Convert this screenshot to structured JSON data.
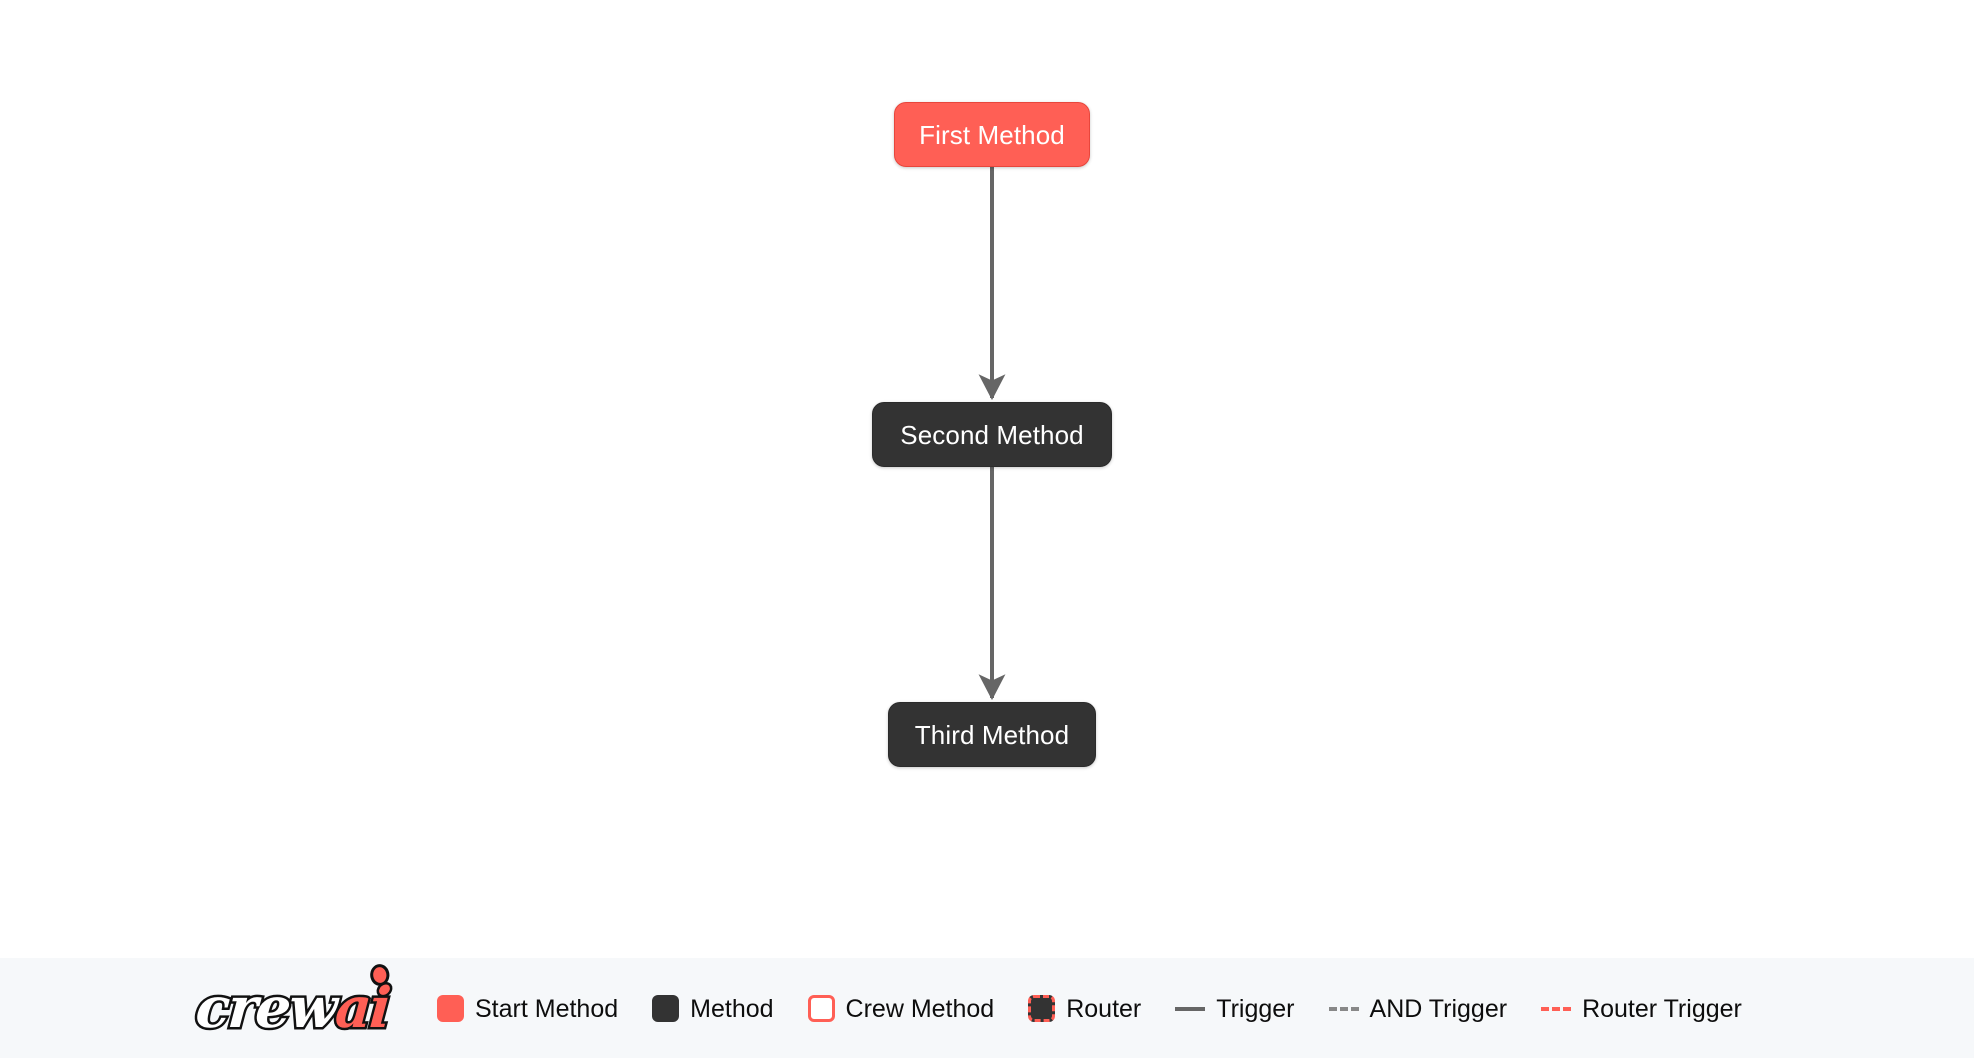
{
  "canvas": {
    "background": "#ffffff",
    "nodes": [
      {
        "id": "first",
        "label": "First Method",
        "type": "start-method",
        "color": "#ff5f55"
      },
      {
        "id": "second",
        "label": "Second Method",
        "type": "method",
        "color": "#333333"
      },
      {
        "id": "third",
        "label": "Third Method",
        "type": "method",
        "color": "#333333"
      }
    ],
    "edges": [
      {
        "from": "first",
        "to": "second",
        "style": "solid",
        "color": "#666666",
        "kind": "trigger"
      },
      {
        "from": "second",
        "to": "third",
        "style": "solid",
        "color": "#666666",
        "kind": "trigger"
      }
    ]
  },
  "legend": {
    "background": "#f6f8fa",
    "logo": {
      "text_primary": "crew",
      "text_accent": "ai",
      "accent_color": "#ff5f55"
    },
    "items": [
      {
        "label": "Start Method",
        "swatch": "filled-square",
        "color": "#ff5f55"
      },
      {
        "label": "Method",
        "swatch": "filled-square",
        "color": "#333333"
      },
      {
        "label": "Crew Method",
        "swatch": "outlined-square",
        "color": "#ff5f55"
      },
      {
        "label": "Router",
        "swatch": "dashed-square",
        "color": "#ff5f55"
      },
      {
        "label": "Trigger",
        "swatch": "solid-line",
        "color": "#666666"
      },
      {
        "label": "AND Trigger",
        "swatch": "dashed-line",
        "color": "#888888"
      },
      {
        "label": "Router Trigger",
        "swatch": "dashed-line-accent",
        "color": "#ff5f55"
      }
    ]
  }
}
